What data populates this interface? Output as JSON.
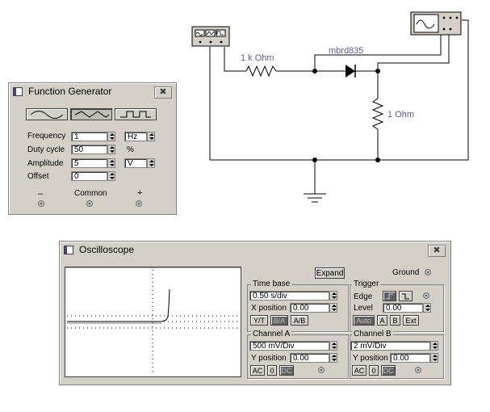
{
  "circuit": {
    "resistor1_label": "1 k Ohm",
    "diode_label": "mbrd835",
    "resistor2_label": "1  Ohm",
    "label_color": "#5a5aa8"
  },
  "function_generator": {
    "title": "Function Generator",
    "waveforms": [
      "sine-wave-icon",
      "triangle-wave-icon",
      "square-wave-icon"
    ],
    "selected_waveform": "triangle",
    "rows": [
      {
        "label": "Frequency",
        "value": "1",
        "unit": "Hz"
      },
      {
        "label": "Duty cycle",
        "value": "50",
        "unit": "%"
      },
      {
        "label": "Amplitude",
        "value": "5",
        "unit": "V"
      },
      {
        "label": "Offset",
        "value": "0",
        "unit": ""
      }
    ],
    "terminals": {
      "minus": "–",
      "common": "Common",
      "plus": "+"
    }
  },
  "oscilloscope": {
    "title": "Oscilloscope",
    "expand_label": "Expand",
    "ground_label": "Ground",
    "time_base": {
      "title": "Time base",
      "value": "0.50 s/div",
      "xpos_label": "X position",
      "xpos_value": "0.00",
      "modes": [
        "Y/T",
        "B/A",
        "A/B"
      ]
    },
    "trigger": {
      "title": "Trigger",
      "edge_label": "Edge",
      "level_label": "Level",
      "level_value": "0.00",
      "sources": [
        "Auto",
        "A",
        "B",
        "Ext"
      ]
    },
    "channel_a": {
      "title": "Channel A",
      "value": "500 mV/Div",
      "ypos_label": "Y position",
      "ypos_value": "0.00",
      "coupling": [
        "AC",
        "0",
        "DC"
      ]
    },
    "channel_b": {
      "title": "Channel B",
      "value": " 2 mV/Div",
      "ypos_label": "Y position",
      "ypos_value": "0.00",
      "coupling": [
        "AC",
        "0",
        "DC"
      ]
    }
  }
}
